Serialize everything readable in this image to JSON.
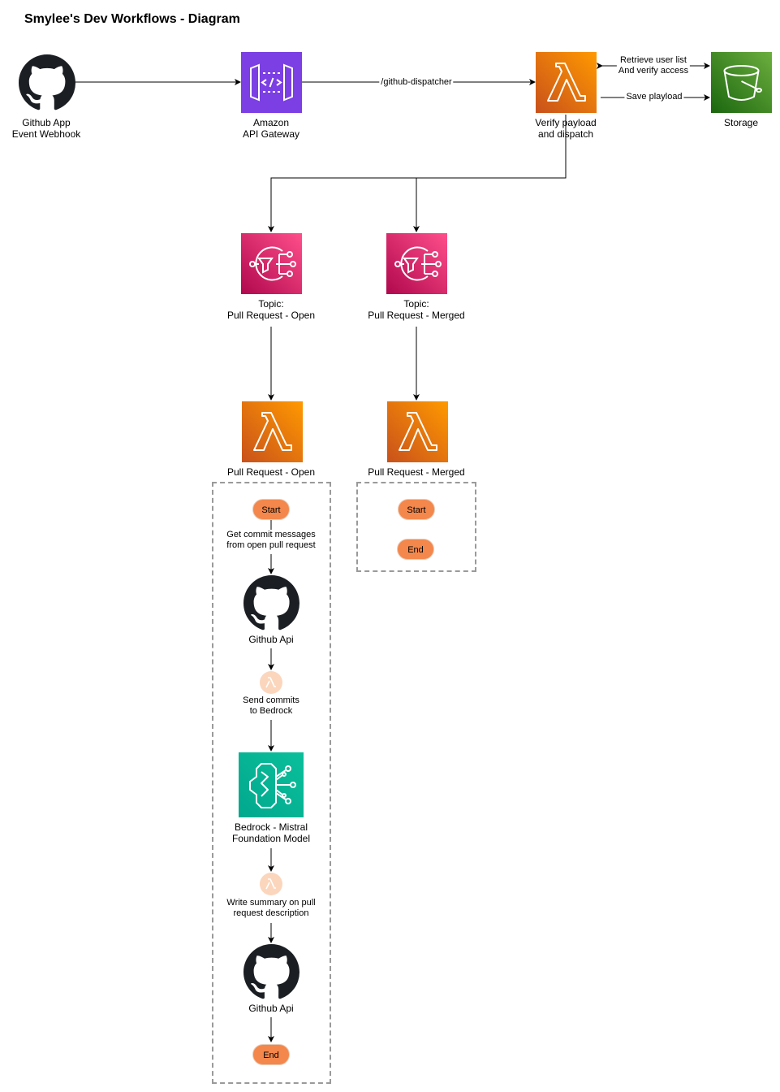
{
  "title": "Smylee's Dev Workflows - Diagram",
  "nodes": {
    "github_app": [
      "Github App",
      "Event Webhook"
    ],
    "api_gateway": [
      "Amazon",
      "API Gateway"
    ],
    "verify_lambda": [
      "Verify payload",
      "and dispatch"
    ],
    "storage": [
      "Storage"
    ],
    "topic_open": [
      "Topic:",
      "Pull Request - Open"
    ],
    "topic_merged": [
      "Topic:",
      "Pull Request - Merged"
    ],
    "lambda_open": [
      "Pull Request - Open"
    ],
    "lambda_merged": [
      "Pull Request - Merged"
    ],
    "github_api_1": [
      "Github Api"
    ],
    "bedrock": [
      "Bedrock - Mistral",
      "Foundation Model"
    ],
    "github_api_2": [
      "Github Api"
    ]
  },
  "edges": {
    "dispatcher": "/github-dispatcher",
    "retrieve": [
      "Retrieve user list",
      "And verify access"
    ],
    "save": "Save playload"
  },
  "steps": {
    "get_commits": [
      "Get commit messages",
      "from open pull request"
    ],
    "send_commits": [
      "Send commits",
      "to Bedrock"
    ],
    "write_summary": [
      "Write summary on pull",
      "request description"
    ]
  },
  "terminals": {
    "open_start": "Start",
    "open_end": "End",
    "merged_start": "Start",
    "merged_end": "End"
  },
  "colors": {
    "api_gateway": "#7b3fe4",
    "lambda": "#ed7b17",
    "storage": "#3f8624",
    "sns": "#d72c63",
    "bedrock": "#01a88d",
    "pill": "#f4874b",
    "small_lambda": "#fbd6bd",
    "github": "#1b1f23"
  },
  "icons": {
    "github": "github-icon",
    "api_gateway": "api-gateway-icon",
    "lambda": "lambda-icon",
    "storage": "bucket-icon",
    "sns": "sns-topic-icon",
    "bedrock": "bedrock-icon"
  }
}
